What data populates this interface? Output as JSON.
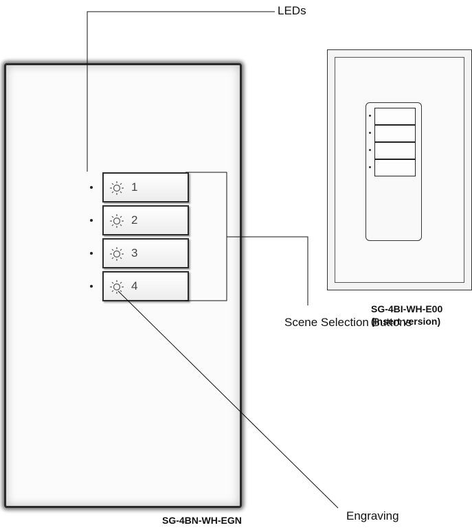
{
  "labels": {
    "leds": "LEDs",
    "scene_selection": "Scene Selection Buttons",
    "engraving": "Engraving"
  },
  "main_model": "SG-4BN-WH-EGN",
  "insert_model_line1": "SG-4BI-WH-E00",
  "insert_model_line2": "(Insert version)",
  "buttons": [
    "1",
    "2",
    "3",
    "4"
  ]
}
